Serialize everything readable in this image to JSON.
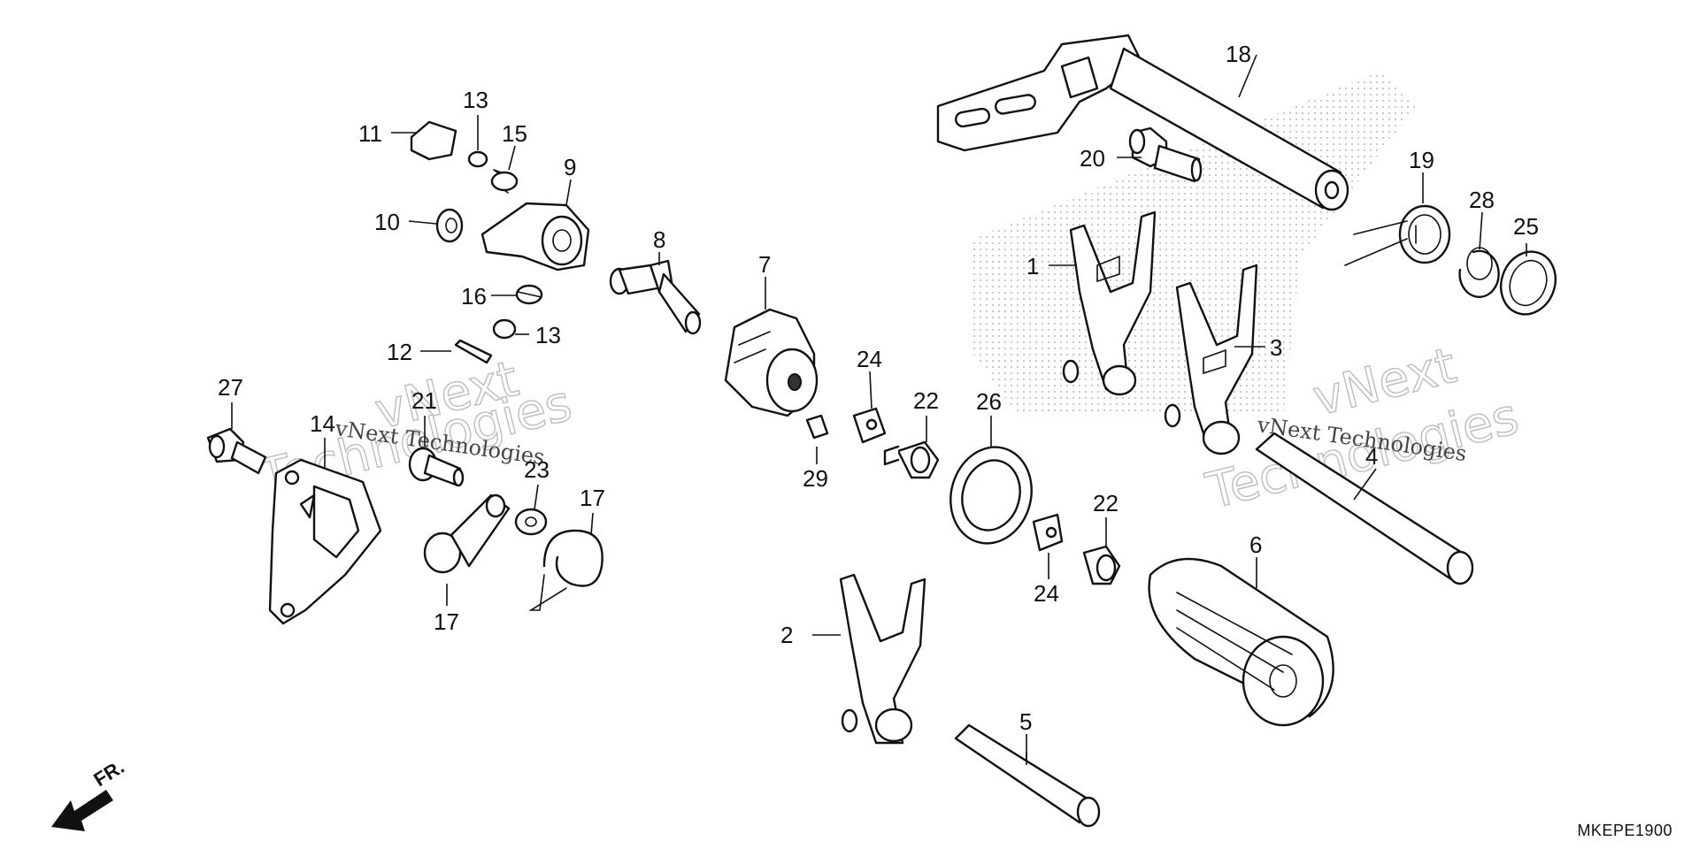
{
  "diagram_code": "MKEPE1900",
  "direction_label": "FR.",
  "watermark": {
    "line1": "vNext",
    "line2": "Technologies",
    "inline": "vNext Technologies"
  },
  "callouts": [
    "1",
    "2",
    "3",
    "4",
    "5",
    "6",
    "7",
    "8",
    "9",
    "10",
    "11",
    "12",
    "13",
    "13",
    "14",
    "15",
    "15",
    "16",
    "17",
    "18",
    "19",
    "20",
    "21",
    "22",
    "22",
    "23",
    "24",
    "24",
    "25",
    "26",
    "27",
    "28",
    "29"
  ]
}
